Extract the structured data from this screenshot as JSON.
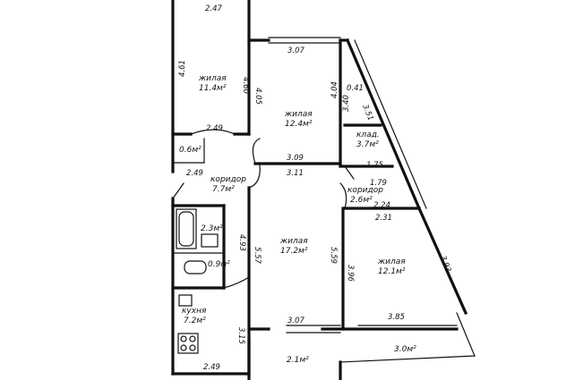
{
  "rooms": {
    "living1": {
      "name": "жилая",
      "area": "11.4м²"
    },
    "living2": {
      "name": "жилая",
      "area": "12.4м²"
    },
    "storage": {
      "name": "клад.",
      "area": "3.7м²"
    },
    "hall_small": {
      "area": "0.6м²"
    },
    "corridor1": {
      "name": "коридор",
      "area": "7.7м²"
    },
    "corridor2": {
      "name": "коридор",
      "area": "2.6м²"
    },
    "bath": {
      "area": "2.3м²"
    },
    "toilet": {
      "area": "0.9м²"
    },
    "living3": {
      "name": "жилая",
      "area": "17.2м²"
    },
    "living4": {
      "name": "жилая",
      "area": "12.1м²"
    },
    "kitchen": {
      "name": "кухня",
      "area": "7.2м²"
    },
    "loggia1": {
      "area": "2.1м²"
    },
    "loggia2": {
      "area": "3.0м²"
    }
  },
  "dims": {
    "d_top_247": "2.47",
    "d_461": "4.61",
    "d_460": "4.60",
    "d_307_top": "3.07",
    "d_405": "4.05",
    "d_404": "4.04",
    "d_041": "0.41",
    "d_340": "3.40",
    "d_351": "3.51",
    "d_249_a": "2.49",
    "d_309": "3.09",
    "d_311": "3.11",
    "d_175": "1.75",
    "d_179": "1.79",
    "d_249_b": "2.49",
    "d_224": "2.24",
    "d_231": "2.31",
    "d_493": "4.93",
    "d_557": "5.57",
    "d_559": "5.59",
    "d_396": "3.96",
    "d_393": "3.93",
    "d_385": "3.85",
    "d_307_bot": "3.07",
    "d_315": "3.15",
    "d_249_bottom": "2.49"
  }
}
